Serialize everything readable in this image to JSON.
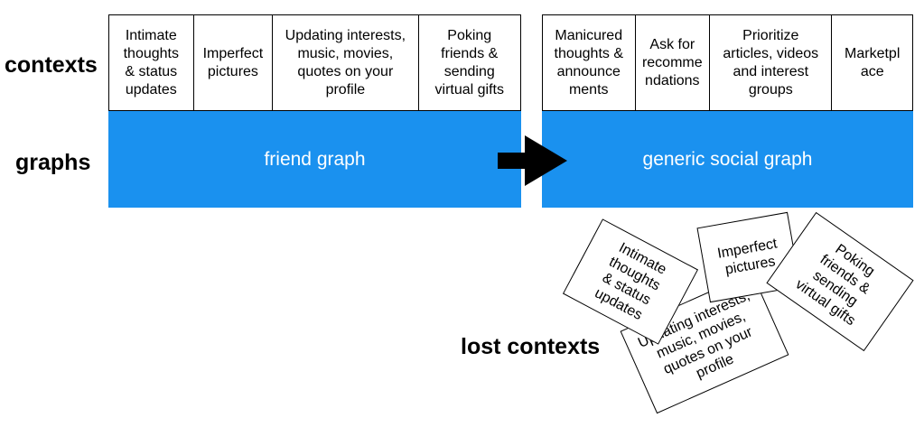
{
  "labels": {
    "contexts": "contexts",
    "graphs": "graphs",
    "lost_contexts": "lost contexts"
  },
  "left_contexts": [
    "Intimate\nthoughts\n& status\nupdates",
    "Imperfect\npictures",
    "Updating interests,\nmusic, movies,\nquotes on your\nprofile",
    "Poking\nfriends &\nsending\nvirtual gifts"
  ],
  "right_contexts": [
    "Manicured\nthoughts &\nannounce\nments",
    "Ask for\nrecomme\nndations",
    "Prioritize\narticles, videos\nand interest\ngroups",
    "Marketpl\nace"
  ],
  "graphs": {
    "left": "friend graph",
    "right": "generic social graph"
  },
  "lost_cards": [
    "Updating interests,\nmusic, movies,\nquotes on your\nprofile",
    "Intimate\nthoughts\n& status\nupdates",
    "Imperfect\npictures",
    "Poking\nfriends &\nsending\nvirtual gifts"
  ],
  "colors": {
    "graph_fill": "#1a91ef",
    "graph_text": "#ffffff",
    "arrow": "#000000"
  }
}
